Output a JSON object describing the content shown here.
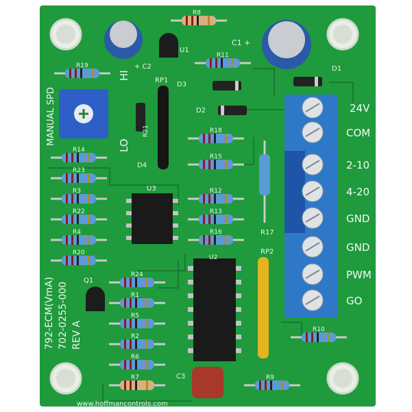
{
  "board": {
    "color": "#1f9a3c",
    "model": "792-ECM(VmA)",
    "part_number": "702-0255-000",
    "revision": "REV A",
    "website": "www.hoffmancontrols.com",
    "pot_label": "MANUAL SPD",
    "pot_hi": "HI",
    "pot_lo": "LO"
  },
  "terminals": [
    "24V",
    "COM",
    "2-10",
    "4-20",
    "GND",
    "GND",
    "PWM",
    "GO"
  ],
  "resistors": [
    "R19",
    "R14",
    "R23",
    "R3",
    "R22",
    "R4",
    "R20",
    "R24",
    "R1",
    "R5",
    "R2",
    "R6",
    "R7",
    "R8",
    "R11",
    "R18",
    "R15",
    "R12",
    "R13",
    "R16",
    "R10",
    "R9"
  ],
  "components": {
    "r17": "R17",
    "r21": "R21",
    "u1": "U1",
    "u2": "U2",
    "u3": "U3",
    "c1": "C1 +",
    "c2": "+ C2",
    "c3": "C3",
    "d1": "D1",
    "d2": "D2",
    "d3": "D3",
    "d4": "D4",
    "rp1": "RP1",
    "rp2": "RP2",
    "q1": "Q1"
  }
}
